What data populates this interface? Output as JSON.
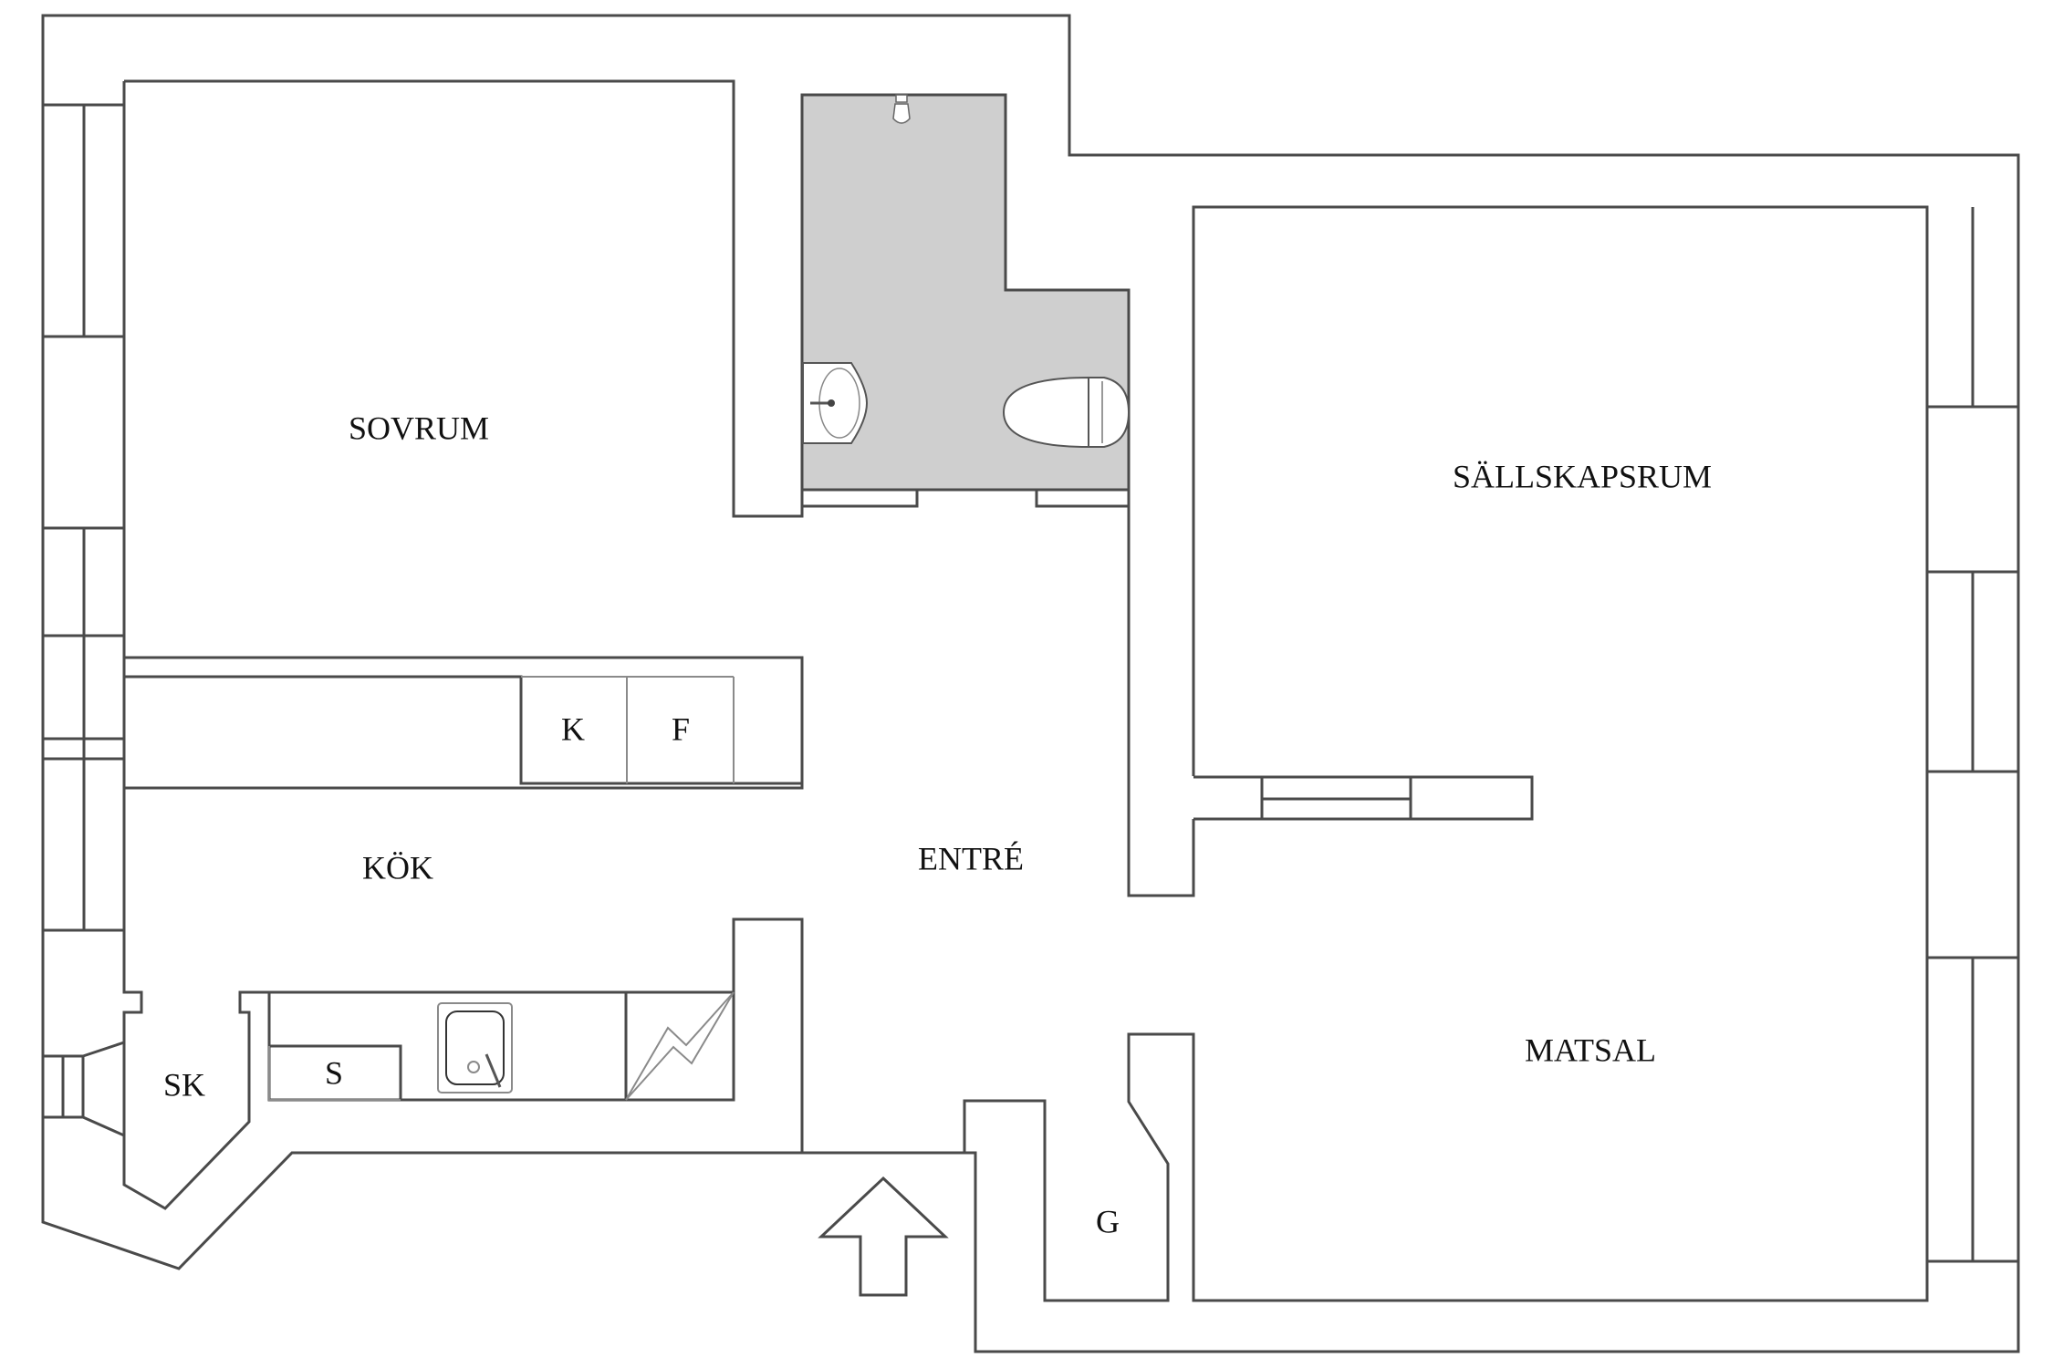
{
  "plan": {
    "background": "#ffffff",
    "wall_color": "#4a4a4a",
    "bathroom_fill": "#cfcfcf"
  },
  "rooms": {
    "sovrum": "SOVRUM",
    "sallskapsrum": "SÄLLSKAPSRUM",
    "matsal": "MATSAL",
    "kok": "KÖK",
    "entre": "ENTRÉ"
  },
  "fixtures": {
    "refrigerator": "K",
    "freezer": "F",
    "closet": "SK",
    "dishwasher": "S",
    "wardrobe": "G"
  },
  "icons": {
    "entrance": "entrance-arrow-icon",
    "sink": "kitchen-sink-icon",
    "stove": "stove-icon",
    "toilet": "toilet-icon",
    "washbasin": "washbasin-icon",
    "shower": "shower-head-icon"
  }
}
